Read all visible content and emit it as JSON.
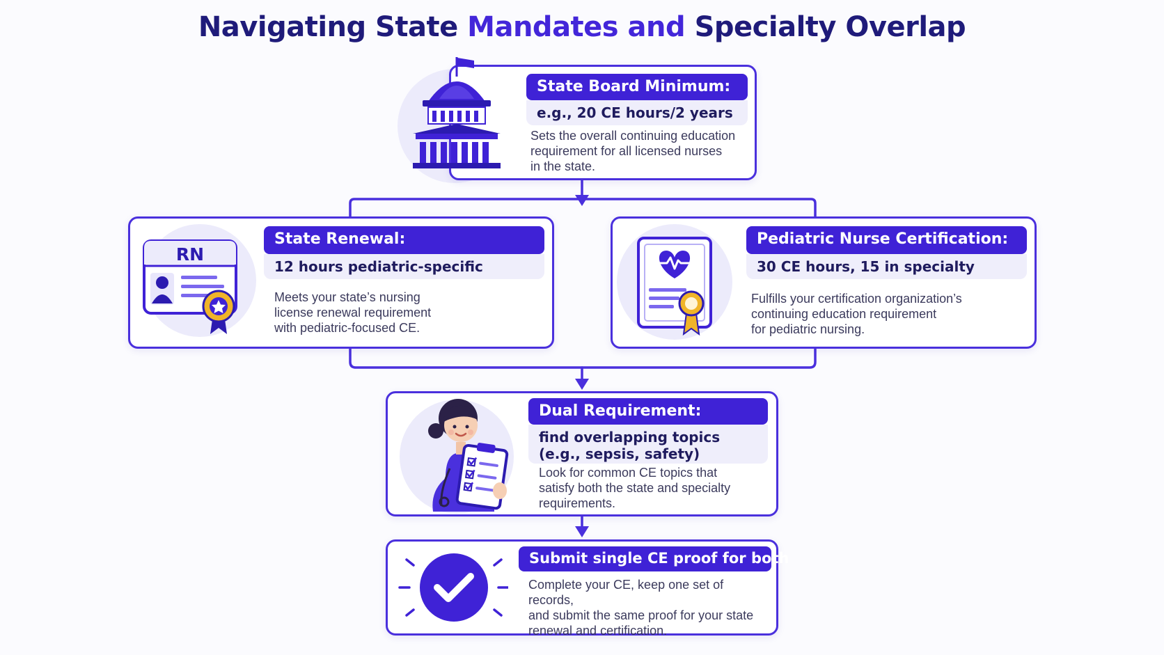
{
  "title": {
    "part1": "Navigating State ",
    "part2": "Mandates and ",
    "part3": "Specialty Overlap"
  },
  "colors": {
    "accent": "#4326d9",
    "dark_text": "#1f1b7a",
    "tint": "#efeefb",
    "gold": "#f0b429"
  },
  "cards": {
    "state_board": {
      "icon": "capitol-building-icon",
      "label": "State Board Minimum:",
      "highlight": "e.g., 20 CE hours/2 years",
      "description": [
        "Sets the overall continuing education",
        "requirement for all licensed nurses",
        "in the state."
      ]
    },
    "state_renewal": {
      "icon": "rn-license-card-icon",
      "badge": "RN",
      "label": "State Renewal:",
      "highlight": "12 hours pediatric-specific",
      "description": [
        "Meets your state’s nursing",
        "license renewal requirement",
        "with pediatric-focused CE."
      ]
    },
    "pediatric_cert": {
      "icon": "certificate-heart-icon",
      "label": "Pediatric Nurse Certification:",
      "highlight": "30 CE hours, 15 in specialty",
      "description": [
        "Fulfills your certification organization’s",
        "continuing education requirement",
        "for pediatric nursing."
      ]
    },
    "dual": {
      "icon": "nurse-clipboard-icon",
      "label": "Dual Requirement:",
      "highlight": [
        "find overlapping topics",
        "(e.g., sepsis, safety)"
      ],
      "description": [
        "Look for common CE topics that",
        "satisfy both the state and specialty",
        "requirements."
      ]
    },
    "submit": {
      "icon": "checkmark-icon",
      "label": "Submit single CE proof for both",
      "description": [
        "Complete your CE, keep one set of records,",
        "and submit the same proof for your state",
        "renewal and certification."
      ]
    }
  }
}
